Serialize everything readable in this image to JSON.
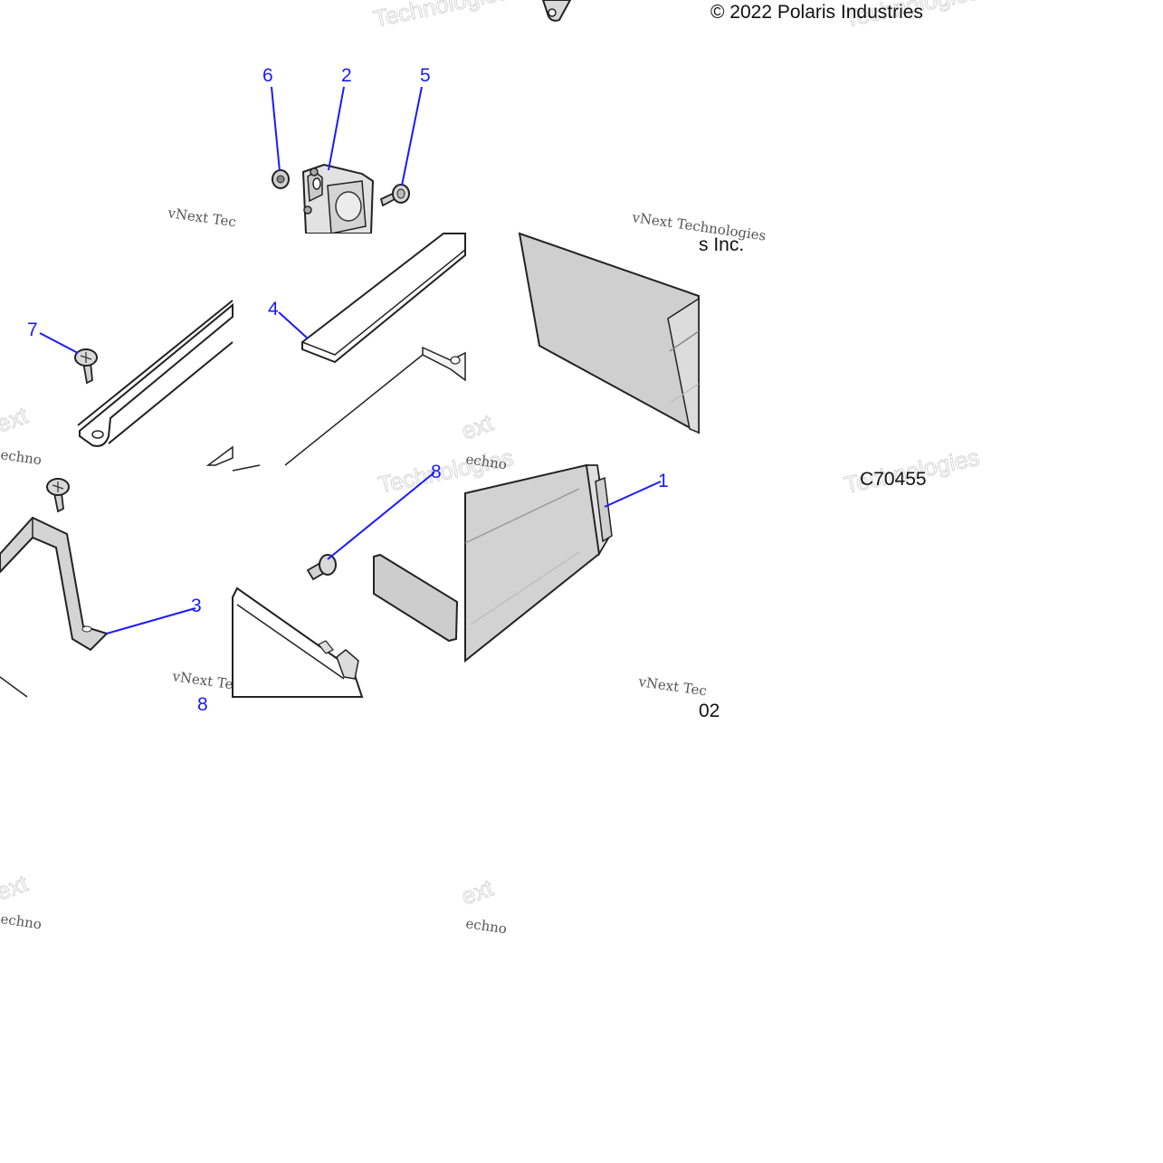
{
  "diagram": {
    "copyright": "© 2022 Polaris Industries",
    "copyright_fragment": "s Inc.",
    "part_code": "C70455",
    "code_fragment": "02",
    "watermark_short": "vNext Tec",
    "watermark_long": "vNext Technologies",
    "watermark_tech": "Technologies",
    "watermark_frag_next": "ext",
    "watermark_frag_echno": "echno",
    "callouts": {
      "c1": "1",
      "c2": "2",
      "c3": "3",
      "c4": "4",
      "c5": "5",
      "c6": "6",
      "c7": "7",
      "c8": "8"
    },
    "colors": {
      "callout": "#1a1aff",
      "part_fill": "#cfcfcf",
      "line": "#222222"
    }
  }
}
